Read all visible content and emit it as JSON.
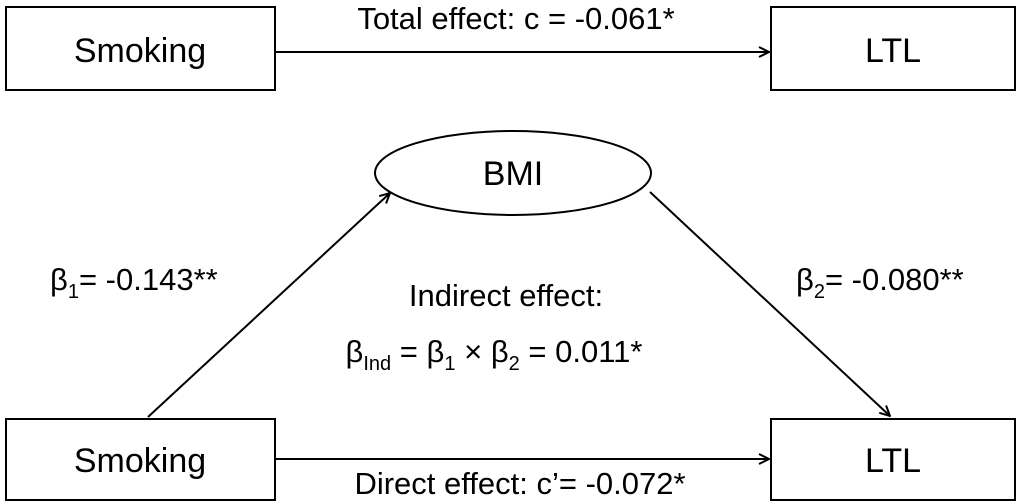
{
  "panel_top": {
    "source_node": {
      "label": "Smoking"
    },
    "target_node": {
      "label": "LTL"
    },
    "total_effect_label": "Total effect: c = -0.061*"
  },
  "panel_bottom": {
    "mediator_node": {
      "label": "BMI"
    },
    "source_node": {
      "label": "Smoking"
    },
    "target_node": {
      "label": "LTL"
    },
    "path_a": {
      "symbol": "β",
      "subscript": "1",
      "value": "= -0.143**"
    },
    "path_b": {
      "symbol": "β",
      "subscript": "2",
      "value": "= -0.080**"
    },
    "indirect_effect": {
      "title": "Indirect effect:",
      "symbol": "β",
      "subscript": "Ind",
      "equals": " = ",
      "term1_symbol": "β",
      "term1_subscript": "1",
      "times": " × ",
      "term2_symbol": "β",
      "term2_subscript": "2",
      "result": " = 0.011*"
    },
    "direct_effect_label": "Direct effect: c’= -0.072*"
  }
}
